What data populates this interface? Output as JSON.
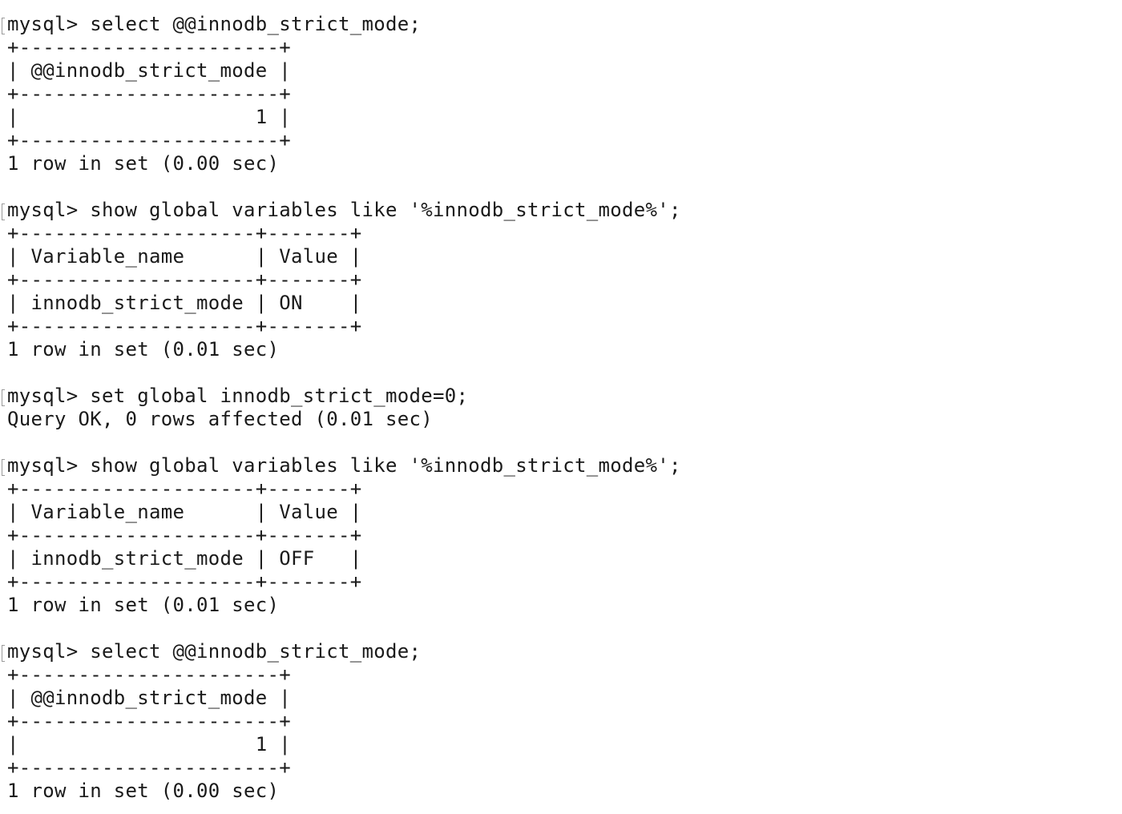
{
  "session": {
    "lines": [
      {
        "type": "command",
        "text": "mysql> select @@innodb_strict_mode;"
      },
      {
        "type": "output",
        "text": "+----------------------+"
      },
      {
        "type": "output",
        "text": "| @@innodb_strict_mode |"
      },
      {
        "type": "output",
        "text": "+----------------------+"
      },
      {
        "type": "output",
        "text": "|                    1 |"
      },
      {
        "type": "output",
        "text": "+----------------------+"
      },
      {
        "type": "output",
        "text": "1 row in set (0.00 sec)"
      },
      {
        "type": "blank",
        "text": ""
      },
      {
        "type": "command",
        "text": "mysql> show global variables like '%innodb_strict_mode%';"
      },
      {
        "type": "output",
        "text": "+--------------------+-------+"
      },
      {
        "type": "output",
        "text": "| Variable_name      | Value |"
      },
      {
        "type": "output",
        "text": "+--------------------+-------+"
      },
      {
        "type": "output",
        "text": "| innodb_strict_mode | ON    |"
      },
      {
        "type": "output",
        "text": "+--------------------+-------+"
      },
      {
        "type": "output",
        "text": "1 row in set (0.01 sec)"
      },
      {
        "type": "blank",
        "text": ""
      },
      {
        "type": "command",
        "text": "mysql> set global innodb_strict_mode=0;"
      },
      {
        "type": "output",
        "text": "Query OK, 0 rows affected (0.01 sec)"
      },
      {
        "type": "blank",
        "text": ""
      },
      {
        "type": "command",
        "text": "mysql> show global variables like '%innodb_strict_mode%';"
      },
      {
        "type": "output",
        "text": "+--------------------+-------+"
      },
      {
        "type": "output",
        "text": "| Variable_name      | Value |"
      },
      {
        "type": "output",
        "text": "+--------------------+-------+"
      },
      {
        "type": "output",
        "text": "| innodb_strict_mode | OFF   |"
      },
      {
        "type": "output",
        "text": "+--------------------+-------+"
      },
      {
        "type": "output",
        "text": "1 row in set (0.01 sec)"
      },
      {
        "type": "blank",
        "text": ""
      },
      {
        "type": "command",
        "text": "mysql> select @@innodb_strict_mode;"
      },
      {
        "type": "output",
        "text": "+----------------------+"
      },
      {
        "type": "output",
        "text": "| @@innodb_strict_mode |"
      },
      {
        "type": "output",
        "text": "+----------------------+"
      },
      {
        "type": "output",
        "text": "|                    1 |"
      },
      {
        "type": "output",
        "text": "+----------------------+"
      },
      {
        "type": "output",
        "text": "1 row in set (0.00 sec)"
      }
    ]
  }
}
